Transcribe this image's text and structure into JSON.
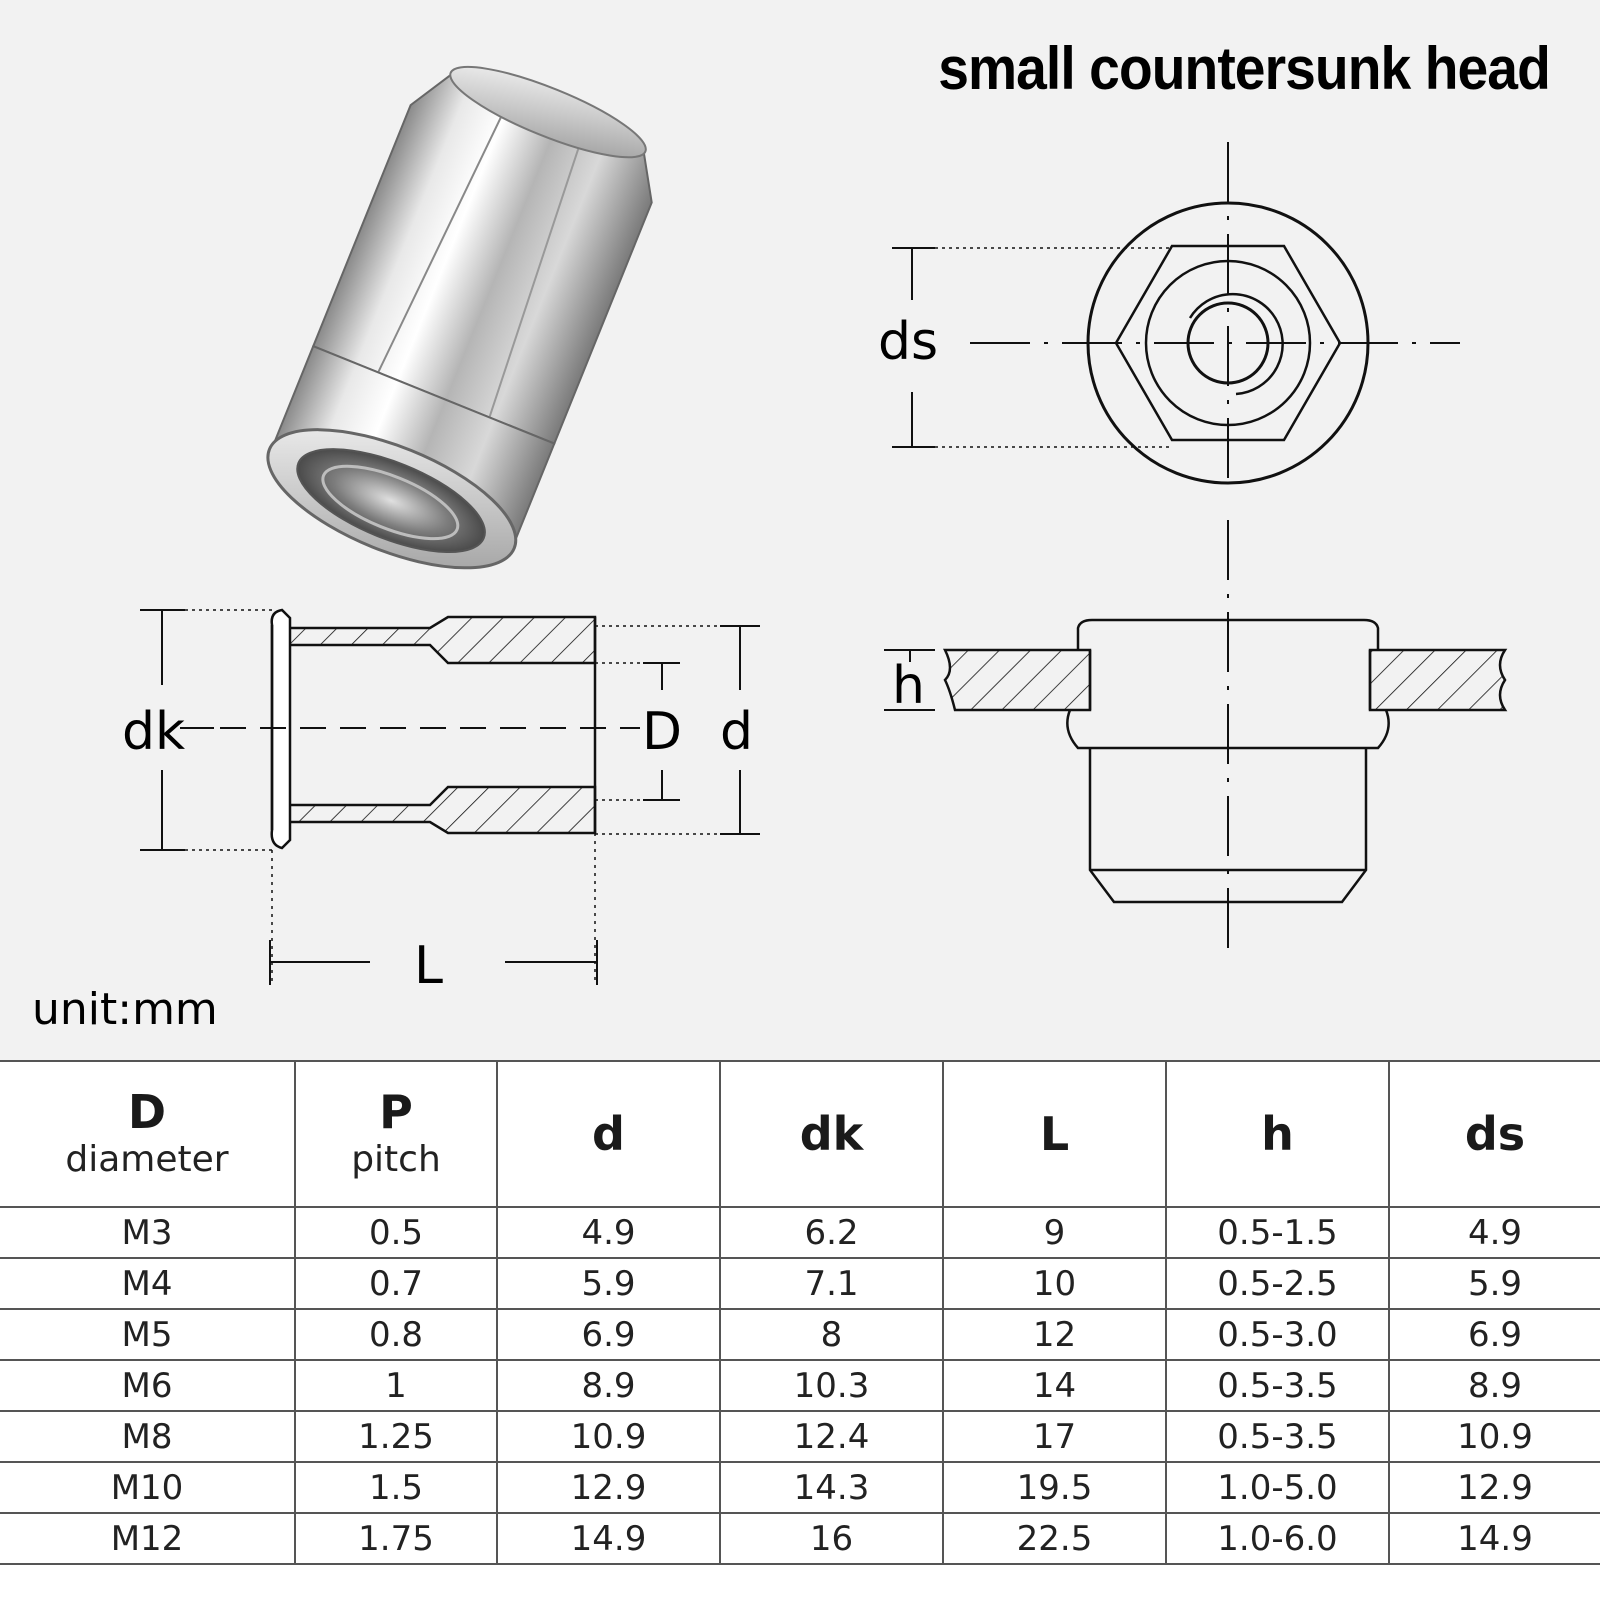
{
  "title": "small countersunk head",
  "unit": "unit:mm",
  "dimension_labels": {
    "ds": "ds",
    "dk": "dk",
    "D": "D",
    "d": "d",
    "L": "L",
    "h": "h"
  },
  "table": {
    "headers": [
      {
        "symbol": "D",
        "sub": "diameter"
      },
      {
        "symbol": "P",
        "sub": "pitch"
      },
      {
        "symbol": "d",
        "sub": ""
      },
      {
        "symbol": "dk",
        "sub": ""
      },
      {
        "symbol": "L",
        "sub": ""
      },
      {
        "symbol": "h",
        "sub": ""
      },
      {
        "symbol": "ds",
        "sub": ""
      }
    ],
    "rows": [
      [
        "M3",
        "0.5",
        "4.9",
        "6.2",
        "9",
        "0.5-1.5",
        "4.9"
      ],
      [
        "M4",
        "0.7",
        "5.9",
        "7.1",
        "10",
        "0.5-2.5",
        "5.9"
      ],
      [
        "M5",
        "0.8",
        "6.9",
        "8",
        "12",
        "0.5-3.0",
        "6.9"
      ],
      [
        "M6",
        "1",
        "8.9",
        "10.3",
        "14",
        "0.5-3.5",
        "8.9"
      ],
      [
        "M8",
        "1.25",
        "10.9",
        "12.4",
        "17",
        "0.5-3.5",
        "10.9"
      ],
      [
        "M10",
        "1.5",
        "12.9",
        "14.3",
        "19.5",
        "1.0-5.0",
        "12.9"
      ],
      [
        "M12",
        "1.75",
        "14.9",
        "16",
        "22.5",
        "1.0-6.0",
        "14.9"
      ]
    ]
  }
}
